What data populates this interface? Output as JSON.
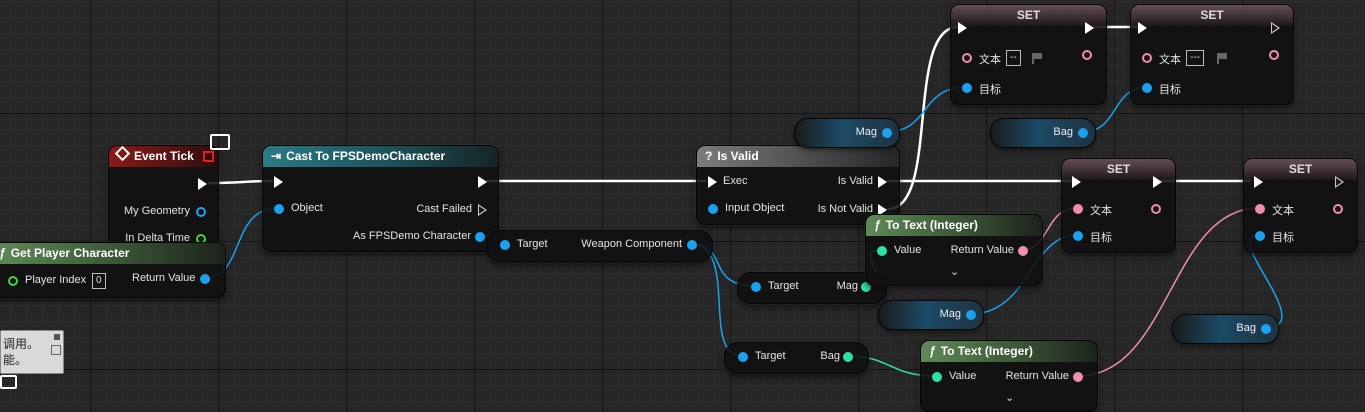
{
  "colors": {
    "exec": "#ffffff",
    "object_pin": "#1aa2ef",
    "int_pin": "#2fe0a6",
    "text_pin": "#f08db5",
    "bool_pin": "#3ad840",
    "event_header": "#8b1a1a",
    "cast_header": "#2a7a86",
    "function_header": "#5f8a57",
    "set_header": "#aa7d91"
  },
  "event_tick": {
    "title": "Event Tick",
    "my_geometry": "My Geometry",
    "in_delta_time": "In Delta Time",
    "icon": "diamond-event-icon",
    "monitor_icon": "monitor-icon"
  },
  "get_player_character": {
    "title": "Get Player Character",
    "player_index": "Player Index",
    "player_index_value": "0",
    "return_value": "Return Value",
    "icon": "function-icon"
  },
  "cast": {
    "title": "Cast To FPSDemoCharacter",
    "object": "Object",
    "cast_failed": "Cast Failed",
    "as_character": "As FPSDemo Character",
    "icon": "cast-arrows-icon"
  },
  "weapon_component": {
    "target": "Target",
    "output": "Weapon Component"
  },
  "is_valid": {
    "title": "Is Valid",
    "exec": "Exec",
    "input_object": "Input Object",
    "is_valid": "Is Valid",
    "is_not_valid": "Is Not Valid",
    "icon": "question-icon"
  },
  "get_mag_int": {
    "target": "Target",
    "output": "Mag"
  },
  "get_bag_int": {
    "target": "Target",
    "output": "Bag"
  },
  "to_text_1": {
    "title": "To Text (Integer)",
    "value": "Value",
    "return_value": "Return Value",
    "icon": "function-icon",
    "expand_icon": "chevron-down-icon"
  },
  "to_text_2": {
    "title": "To Text (Integer)",
    "value": "Value",
    "return_value": "Return Value",
    "icon": "function-icon",
    "expand_icon": "chevron-down-icon"
  },
  "set_top_1": {
    "title": "SET",
    "text_label": "文本",
    "text_value": "--",
    "target_label": "目标"
  },
  "set_top_2": {
    "title": "SET",
    "text_label": "文本",
    "text_value": "---",
    "target_label": "目标"
  },
  "set_mid_1": {
    "title": "SET",
    "text_label": "文本",
    "target_label": "目标"
  },
  "set_mid_2": {
    "title": "SET",
    "text_label": "文本",
    "target_label": "目标"
  },
  "vars": {
    "mag_top": "Mag",
    "bag_top": "Bag",
    "mag_mid": "Mag",
    "bag_mid": "Bag"
  },
  "comment": {
    "line1": "调用。",
    "line2": "能。"
  }
}
